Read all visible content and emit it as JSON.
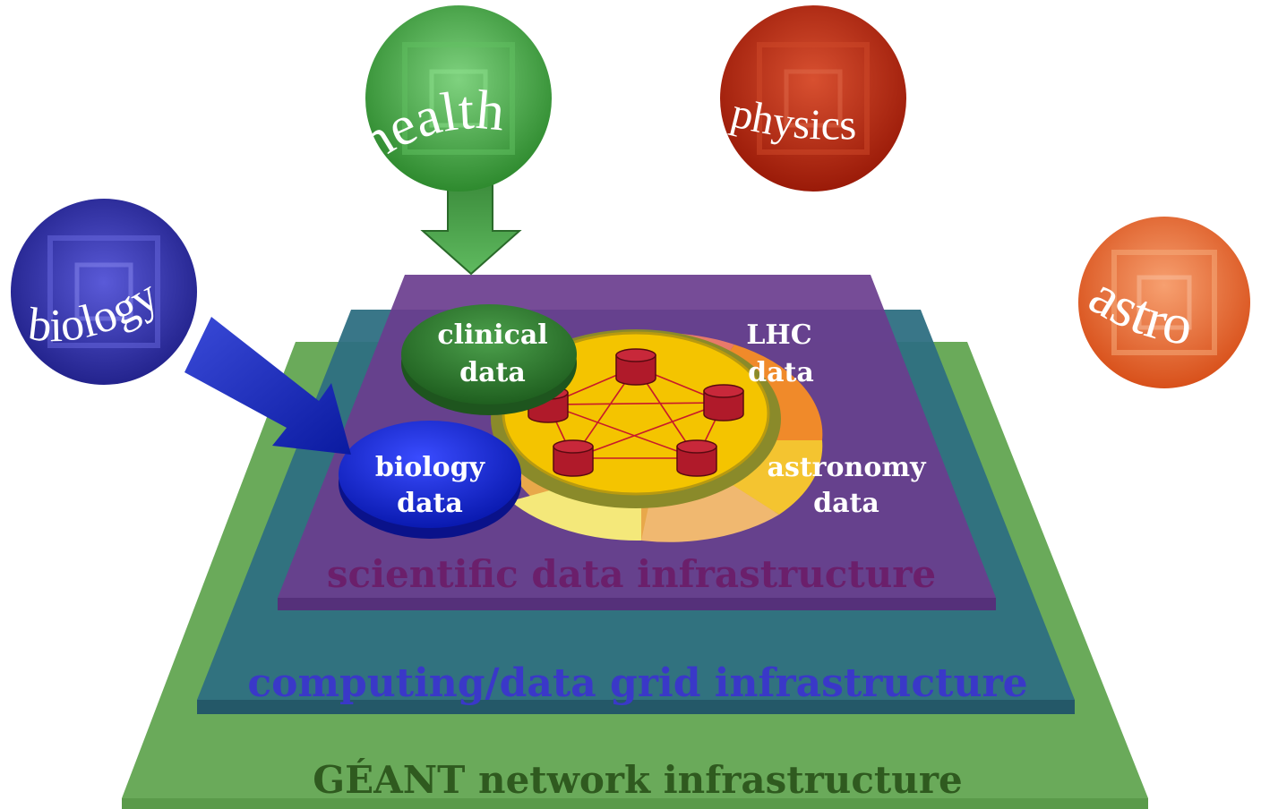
{
  "disciplines": {
    "health": "health",
    "physics": "physics",
    "biology": "biology",
    "astro": "astro"
  },
  "data_sources": {
    "clinical": [
      "clinical",
      "data"
    ],
    "lhc": [
      "LHC",
      "data"
    ],
    "biology": [
      "biology",
      "data"
    ],
    "astronomy": [
      "astronomy",
      "data"
    ]
  },
  "layers": {
    "scientific": "scientific data infrastructure",
    "grid": "computing/data grid infrastructure",
    "network": "GÉANT network infrastructure"
  },
  "colors": {
    "network_layer": "#6aaa5a",
    "grid_layer": "#2e6f82",
    "scientific_layer": "#6a3d8e",
    "scientific_text": "#6b1f6b",
    "grid_text": "#3a38c8",
    "network_text": "#2f5a1f",
    "health": "#3a9a3a",
    "physics": "#b82810",
    "biology": "#2a2a9a",
    "astro": "#e0601a",
    "clinical": "#2f7a2f",
    "biology_data": "#1a2ee0",
    "db": "#b01a2a",
    "ring": "#f4c400"
  }
}
